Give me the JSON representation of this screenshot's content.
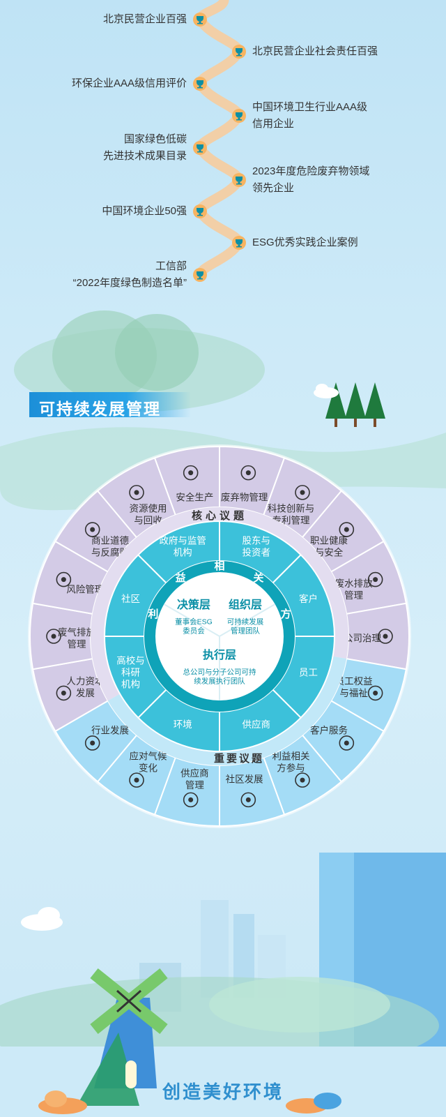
{
  "honors": [
    {
      "lines": [
        "北京民营企业百强"
      ]
    },
    {
      "lines": [
        "北京民营企业社会责任百强"
      ]
    },
    {
      "lines": [
        "环保企业AAA级信用评价"
      ]
    },
    {
      "lines": [
        "中国环境卫生行业AAA级",
        "信用企业"
      ]
    },
    {
      "lines": [
        "国家绿色低碳",
        "先进技术成果目录"
      ]
    },
    {
      "lines": [
        "2023年度危险废弃物领域",
        "领先企业"
      ]
    },
    {
      "lines": [
        "中国环境企业50强"
      ]
    },
    {
      "lines": [
        "ESG优秀实践企业案例"
      ]
    },
    {
      "lines": [
        "工信部",
        "“2022年度绿色制造名单”"
      ]
    }
  ],
  "section_title": "可持续发展管理",
  "wheel": {
    "core_label": "核心议题",
    "important_label": "重要议题",
    "outer_core": [
      {
        "lines": [
          "安全生产"
        ],
        "icon": "gear-shield-icon"
      },
      {
        "lines": [
          "废弃物管理"
        ],
        "icon": "recycle-icon"
      },
      {
        "lines": [
          "科技创新与",
          "专利管理"
        ],
        "icon": "rocket-icon"
      },
      {
        "lines": [
          "职业健康",
          "与安全"
        ],
        "icon": "health-shield-icon"
      },
      {
        "lines": [
          "废水排放",
          "管理"
        ],
        "icon": "water-pipe-icon"
      },
      {
        "lines": [
          "公司治理"
        ],
        "icon": "buildings-icon"
      },
      {
        "lines": [
          "人力资本",
          "发展"
        ],
        "icon": "money-cycle-icon"
      },
      {
        "lines": [
          "废气排放",
          "管理"
        ],
        "icon": "exhaust-truck-icon"
      },
      {
        "lines": [
          "风险管理"
        ],
        "icon": "plus-shield-icon"
      },
      {
        "lines": [
          "商业道德",
          "与反腐败"
        ],
        "icon": "scale-icon"
      },
      {
        "lines": [
          "资源使用",
          "与回收"
        ],
        "icon": "cycle-icon"
      }
    ],
    "outer_important": [
      {
        "lines": [
          "员工权益",
          "与福祉"
        ],
        "icon": "employee-heart-icon"
      },
      {
        "lines": [
          "客户服务"
        ],
        "icon": "customer-service-icon"
      },
      {
        "lines": [
          "利益相关",
          "方参与"
        ],
        "icon": "sync-icon"
      },
      {
        "lines": [
          "社区发展"
        ],
        "icon": "community-icon"
      },
      {
        "lines": [
          "供应商",
          "管理"
        ],
        "icon": "supplier-group-icon"
      },
      {
        "lines": [
          "应对气候",
          "变化"
        ],
        "icon": "weather-icon"
      },
      {
        "lines": [
          "行业发展"
        ],
        "icon": "growth-chart-icon"
      }
    ],
    "stakeholder_chars": [
      "利",
      "益",
      "相",
      "关",
      "方"
    ],
    "stakeholders": [
      {
        "lines": [
          "股东与",
          "投资者"
        ]
      },
      {
        "lines": [
          "客户"
        ]
      },
      {
        "lines": [
          "员工"
        ]
      },
      {
        "lines": [
          "供应商"
        ]
      },
      {
        "lines": [
          "环境"
        ]
      },
      {
        "lines": [
          "高校与",
          "科研",
          "机构"
        ]
      },
      {
        "lines": [
          "社区"
        ]
      },
      {
        "lines": [
          "政府与监管",
          "机构"
        ]
      }
    ],
    "center": {
      "decision": {
        "title": "决策层",
        "lines": [
          "董事会ESG",
          "委员会"
        ]
      },
      "organization": {
        "title": "组织层",
        "lines": [
          "可持续发展",
          "管理团队"
        ]
      },
      "execution": {
        "title": "执行层",
        "lines": [
          "总公司与分子公司可持",
          "续发展执行团队"
        ]
      }
    }
  },
  "footer_slogan": "创造美好环境",
  "colors": {
    "core_ring": "#d3cbe6",
    "important_ring": "#a4dcf6",
    "stakeholder_ring": "#3cc1da",
    "center_ring": "#0fa3b8",
    "text_dark": "#333333",
    "accent_blue": "#1c8fd8"
  }
}
